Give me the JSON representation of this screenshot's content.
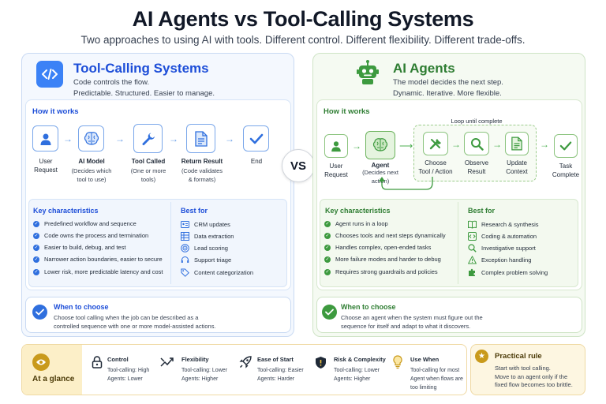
{
  "header": {
    "title": "AI Agents vs Tool-Calling Systems",
    "subtitle": "Two approaches to using AI with tools. Different control. Different flexibility. Different trade-offs."
  },
  "tool_calling": {
    "title": "Tool-Calling Systems",
    "desc_line1": "Code controls the flow.",
    "desc_line2": "Predictable. Structured. Easier to manage.",
    "how_title": "How it works",
    "steps": [
      {
        "label_l1": "User",
        "label_l2": "Request",
        "icon": "user-icon"
      },
      {
        "label_l1": "AI Model",
        "sub_l1": "(Decides which",
        "sub_l2": "tool to use)",
        "icon": "brain-icon"
      },
      {
        "label_l1": "Tool Called",
        "sub_l1": "(One or more",
        "sub_l2": "tools)",
        "icon": "wrench-icon"
      },
      {
        "label_l1": "Return Result",
        "sub_l1": "(Code validates",
        "sub_l2": "& formats)",
        "icon": "document-icon"
      },
      {
        "label_l1": "End",
        "icon": "checkmark-icon"
      }
    ],
    "key_title": "Key characteristics",
    "key_items": [
      "Predefined workflow and sequence",
      "Code owns the process and termination",
      "Easier to build, debug, and test",
      "Narrower action boundaries, easier to secure",
      "Lower risk, more predictable latency and cost"
    ],
    "best_title": "Best for",
    "best_items": [
      {
        "text": "CRM updates",
        "icon": "crm-icon"
      },
      {
        "text": "Data extraction",
        "icon": "table-icon"
      },
      {
        "text": "Lead scoring",
        "icon": "target-icon"
      },
      {
        "text": "Support triage",
        "icon": "headset-icon"
      },
      {
        "text": "Content categorization",
        "icon": "tag-icon"
      }
    ],
    "when_title": "When to choose",
    "when_l1": "Choose tool calling when the job can be described as a",
    "when_l2": "controlled sequence with one or more model-assisted actions.",
    "accent": "#2f6fde"
  },
  "vs_label": "VS",
  "agents": {
    "title": "AI Agents",
    "desc_line1": "The model decides the next step.",
    "desc_line2": "Dynamic. Iterative. More flexible.",
    "how_title": "How it works",
    "loop_label": "Loop until complete",
    "steps": [
      {
        "label_l1": "User",
        "label_l2": "Request",
        "icon": "user-icon"
      },
      {
        "label_l1": "Agent",
        "sub_l1": "(Decides next",
        "sub_l2": "action)",
        "icon": "brain-icon"
      },
      {
        "label_l1": "Choose",
        "label_l2": "Tool / Action",
        "icon": "tools-icon"
      },
      {
        "label_l1": "Observe",
        "label_l2": "Result",
        "icon": "magnifier-icon"
      },
      {
        "label_l1": "Update",
        "label_l2": "Context",
        "icon": "document-icon"
      },
      {
        "label_l1": "Task",
        "label_l2": "Complete",
        "icon": "checkmark-icon"
      }
    ],
    "key_title": "Key characteristics",
    "key_items": [
      "Agent runs in a loop",
      "Chooses tools and next steps dynamically",
      "Handles complex, open-ended tasks",
      "More failure modes and harder to debug",
      "Requires strong guardrails and policies"
    ],
    "best_title": "Best for",
    "best_items": [
      {
        "text": "Research & synthesis",
        "icon": "book-icon"
      },
      {
        "text": "Coding & automation",
        "icon": "code-icon"
      },
      {
        "text": "Investigative support",
        "icon": "search-icon"
      },
      {
        "text": "Exception handling",
        "icon": "warning-icon"
      },
      {
        "text": "Complex problem solving",
        "icon": "puzzle-icon"
      }
    ],
    "when_title": "When to choose",
    "when_l1": "Choose an agent when the system must figure out the",
    "when_l2": "sequence for itself and adapt to what it discovers.",
    "accent": "#3d9a3f"
  },
  "glance": {
    "label": "At a glance",
    "items": [
      {
        "title": "Control",
        "l1": "Tool-calling: High",
        "l2": "Agents: Lower",
        "icon": "lock-icon"
      },
      {
        "title": "Flexibility",
        "l1": "Tool-calling: Lower",
        "l2": "Agents: Higher",
        "icon": "arrows-icon"
      },
      {
        "title": "Ease of Start",
        "l1": "Tool-calling: Easier",
        "l2": "Agents: Harder",
        "icon": "rocket-icon"
      },
      {
        "title": "Risk & Complexity",
        "l1": "Tool-calling: Lower",
        "l2": "Agents: Higher",
        "icon": "shield-icon"
      },
      {
        "title": "Use When",
        "l1": "Tool-calling for most",
        "l2": "Agent when flows are",
        "l3": "too limiting",
        "icon": "lightbulb-icon"
      }
    ]
  },
  "rule": {
    "title": "Practical rule",
    "l1": "Start with tool calling.",
    "l2": "Move to an agent only if the",
    "l3": "fixed flow becomes too brittle."
  }
}
